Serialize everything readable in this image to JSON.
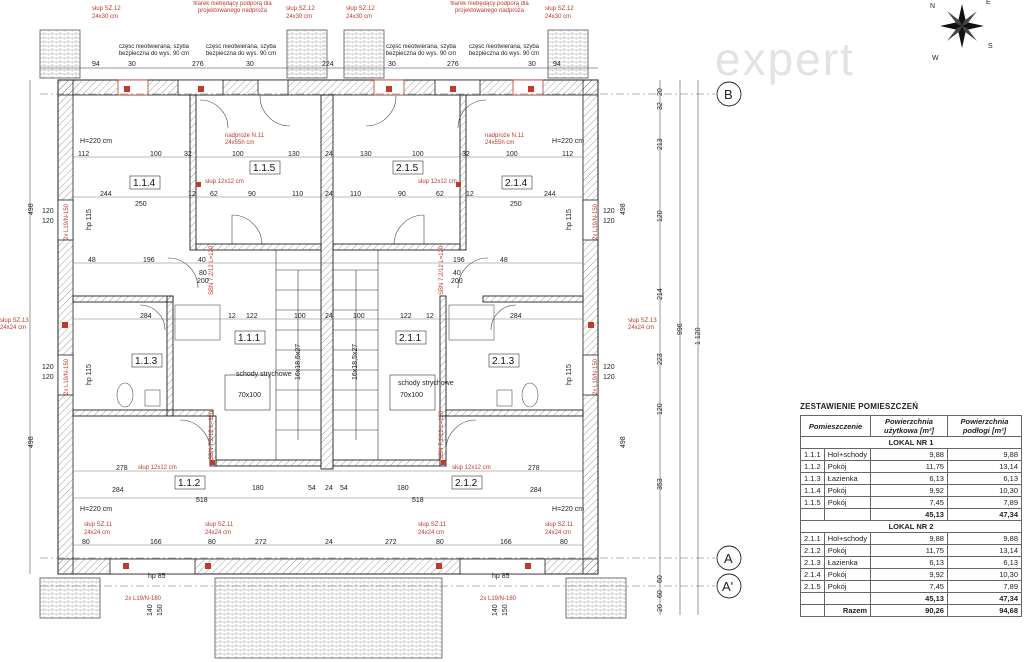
{
  "watermark": "expert",
  "axes": {
    "b": "B",
    "a": "A",
    "a_prime": "A'"
  },
  "rooms": [
    {
      "id": "1.1.4"
    },
    {
      "id": "1.1.5"
    },
    {
      "id": "2.1.5"
    },
    {
      "id": "2.1.4"
    },
    {
      "id": "1.1.1"
    },
    {
      "id": "2.1.1"
    },
    {
      "id": "1.1.3"
    },
    {
      "id": "2.1.3"
    },
    {
      "id": "1.1.2"
    },
    {
      "id": "2.1.2"
    }
  ],
  "notes": {
    "slup_sz12": "słup SZ.12",
    "dim_24x30": "24x30 cm",
    "slup_sz13": "słup SZ.13",
    "dim_24x24": "24x24 cm",
    "slup_sz11": "słup SZ.11",
    "slup_12x12": "słup 12x12 cm",
    "filarek": "filarek niebędący podporą dla projektowanego nadproża",
    "czesc": "część nieotwierana, szyba bezpieczna do wys. 90 cm",
    "nadproze": "nadproże N.11",
    "nadproze_dim": "24x55h cm",
    "schody": "schody strychowe",
    "schody_dim": "70x100",
    "stairs_dim": "16x18,5x27",
    "hp115": "hp 115",
    "hp85": "hp 85",
    "h220": "H=220 cm",
    "l19": "2x L19/N-180",
    "l150": "2x L19/N-150",
    "sbn": "SBN 7.2/12 L=120"
  },
  "dims": {
    "top": [
      "94",
      "30",
      "276",
      "30",
      "224",
      "30",
      "276",
      "30",
      "94"
    ],
    "right": [
      "20",
      "32",
      "213",
      "120",
      "214",
      "223",
      "120",
      "353",
      "60",
      "60",
      "20"
    ],
    "right_total_a": "996",
    "right_total_b": "1 120",
    "left": [
      "498",
      "498",
      "120",
      "120"
    ],
    "inner": [
      "112",
      "100",
      "32",
      "100",
      "130",
      "24",
      "130",
      "100",
      "32",
      "100",
      "112",
      "244",
      "250",
      "12",
      "62",
      "90",
      "110",
      "24",
      "110",
      "90",
      "62",
      "12",
      "250",
      "244",
      "48",
      "196",
      "40",
      "200",
      "80",
      "200",
      "40",
      "196",
      "48",
      "284",
      "12",
      "122",
      "100",
      "24",
      "100",
      "122",
      "12",
      "284",
      "278",
      "180",
      "54",
      "24",
      "54",
      "180",
      "278",
      "284",
      "518",
      "518",
      "284",
      "166",
      "272",
      "24",
      "272",
      "166",
      "80",
      "80",
      "80",
      "80"
    ]
  },
  "summary": {
    "title": "ZESTAWIENIE POMIESZCZEŃ",
    "headers": {
      "room": "Pomieszczenie",
      "usable": "Powierzchnia użytkowa [m²]",
      "floor": "Powierzchnia podłogi [m²]"
    },
    "lokal1": {
      "name": "LOKAL NR 1",
      "rows": [
        {
          "no": "1.1.1",
          "name": "Hol+schody",
          "usable": "9,88",
          "floor": "9,88"
        },
        {
          "no": "1.1.2",
          "name": "Pokój",
          "usable": "11,75",
          "floor": "13,14"
        },
        {
          "no": "1.1.3",
          "name": "Łazienka",
          "usable": "6,13",
          "floor": "6,13"
        },
        {
          "no": "1.1.4",
          "name": "Pokój",
          "usable": "9,92",
          "floor": "10,30"
        },
        {
          "no": "1.1.5",
          "name": "Pokój",
          "usable": "7,45",
          "floor": "7,89"
        }
      ],
      "sum_usable": "45,13",
      "sum_floor": "47,34"
    },
    "lokal2": {
      "name": "LOKAL NR 2",
      "rows": [
        {
          "no": "2.1.1",
          "name": "Hol+schody",
          "usable": "9,88",
          "floor": "9,88"
        },
        {
          "no": "2.1.2",
          "name": "Pokój",
          "usable": "11,75",
          "floor": "13,14"
        },
        {
          "no": "2.1.3",
          "name": "Łazienka",
          "usable": "6,13",
          "floor": "6,13"
        },
        {
          "no": "2.1.4",
          "name": "Pokój",
          "usable": "9,92",
          "floor": "10,30"
        },
        {
          "no": "2.1.5",
          "name": "Pokój",
          "usable": "7,45",
          "floor": "7,89"
        }
      ],
      "sum_usable": "45,13",
      "sum_floor": "47,34"
    },
    "total": {
      "label": "Razem",
      "usable": "90,26",
      "floor": "94,68"
    }
  },
  "compass": {
    "n": "N",
    "s": "S",
    "w": "W",
    "e": "E"
  }
}
